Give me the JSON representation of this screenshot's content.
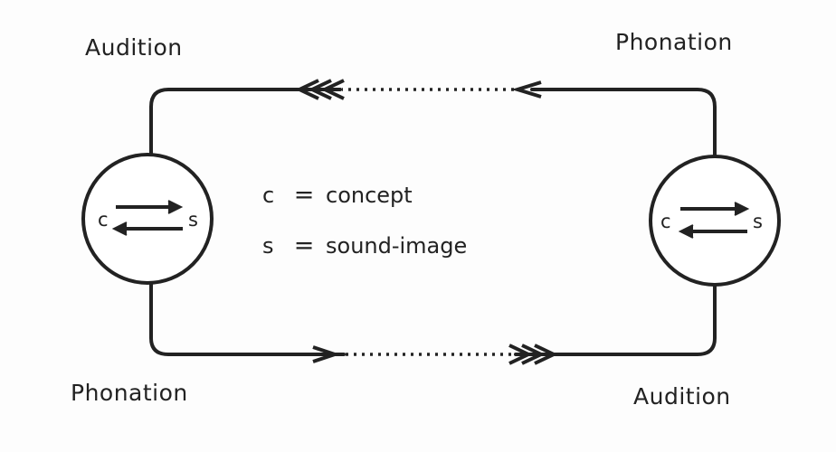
{
  "labels": {
    "top_left": "Audition",
    "top_right": "Phonation",
    "bottom_left": "Phonation",
    "bottom_right": "Audition"
  },
  "legend": {
    "c_symbol": "c",
    "c_equals": "=",
    "c_meaning": "concept",
    "s_symbol": "s",
    "s_equals": "=",
    "s_meaning": "sound-image"
  },
  "left_circle": {
    "left_letter": "c",
    "right_letter": "s"
  },
  "right_circle": {
    "left_letter": "c",
    "right_letter": "s"
  },
  "colors": {
    "ink": "#222222",
    "background": "#ffffff"
  }
}
